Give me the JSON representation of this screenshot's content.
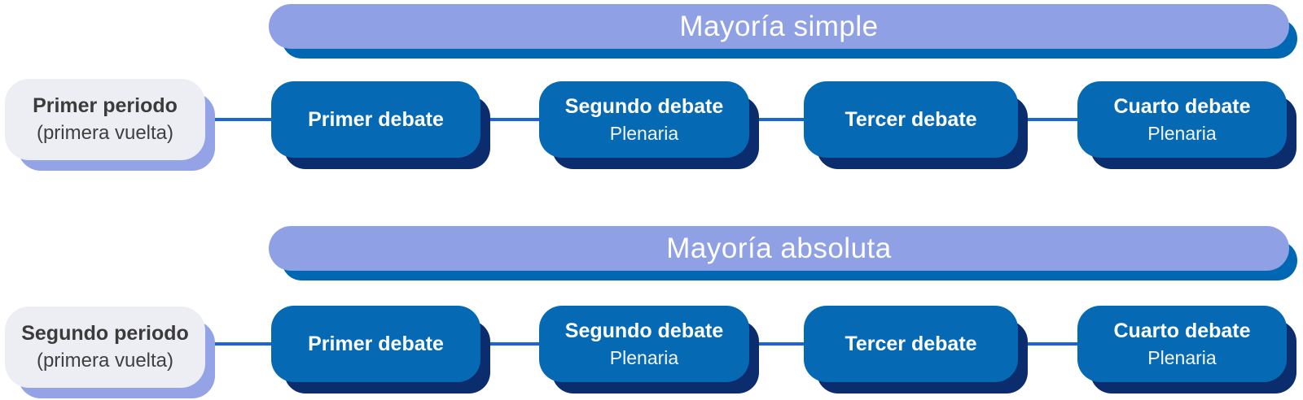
{
  "colors": {
    "band_fill": "#8fa0e4",
    "band_shadow": "#0068b2",
    "step_fill": "#0669b4",
    "step_shadow": "#0c2d6d",
    "period_fill": "#ededf4",
    "period_shadow": "#93a3e6",
    "connector": "#1b64d9",
    "dark_text": "#3b3b3b",
    "light_text": "#ffffff"
  },
  "rows": [
    {
      "header": "Mayoría simple",
      "period": {
        "title": "Primer periodo",
        "subtitle": "(primera vuelta)"
      },
      "steps": [
        {
          "title": "Primer debate",
          "subtitle": ""
        },
        {
          "title": "Segundo debate",
          "subtitle": "Plenaria"
        },
        {
          "title": "Tercer debate",
          "subtitle": ""
        },
        {
          "title": "Cuarto debate",
          "subtitle": "Plenaria"
        }
      ]
    },
    {
      "header": "Mayoría absoluta",
      "period": {
        "title": "Segundo periodo",
        "subtitle": "(primera vuelta)"
      },
      "steps": [
        {
          "title": "Primer debate",
          "subtitle": ""
        },
        {
          "title": "Segundo debate",
          "subtitle": "Plenaria"
        },
        {
          "title": "Tercer debate",
          "subtitle": ""
        },
        {
          "title": "Cuarto debate",
          "subtitle": "Plenaria"
        }
      ]
    }
  ]
}
